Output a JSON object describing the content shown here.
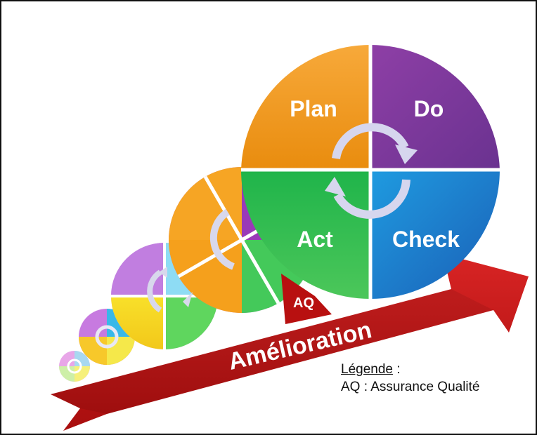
{
  "cycle": {
    "quadrants": {
      "plan": "Plan",
      "do": "Do",
      "act": "Act",
      "check": "Check"
    },
    "colors": {
      "plan": "#F39A1A",
      "do": "#7A3A9A",
      "act": "#2BB64A",
      "check": "#1E6FC8",
      "arrow": "#C41818"
    }
  },
  "arrow": {
    "label": "Amélioration",
    "badge": "AQ"
  },
  "legend": {
    "title": "Légende",
    "title_suffix": " :",
    "entry": "AQ : Assurance Qualité"
  }
}
